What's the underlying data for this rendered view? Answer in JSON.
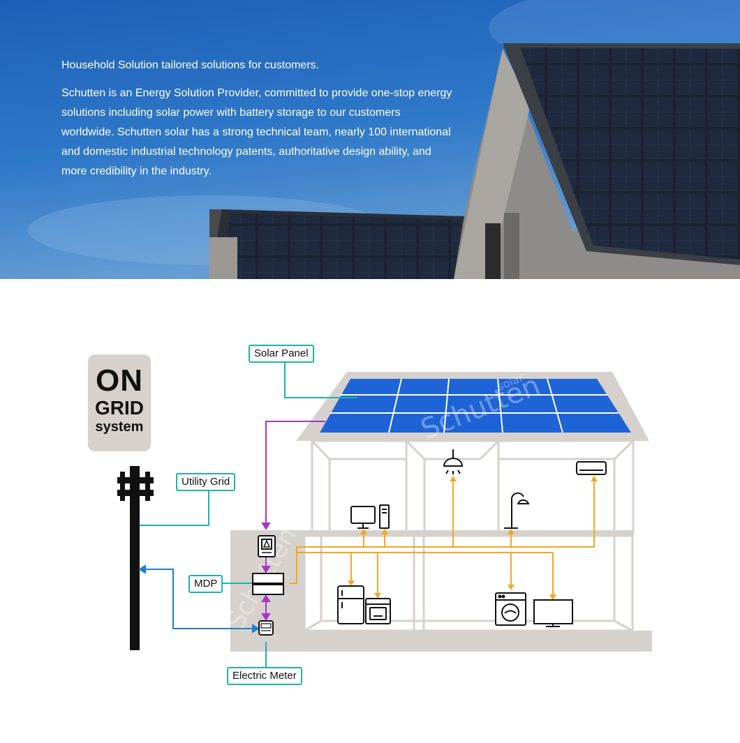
{
  "hero": {
    "title": "Household Solution tailored solutions for customers.",
    "body": "Schutten is an Energy Solution Provider, committed to provide one-stop energy solutions including solar power with battery storage to our customers worldwide. Schutten solar has a strong technical team, nearly 100 international and domestic industrial technology patents, authoritative design ability, and more credibility in the industry."
  },
  "badge": {
    "line1": "ON",
    "line2": "GRID",
    "line3": "system"
  },
  "labels": {
    "solar_panel": "Solar Panel",
    "utility_grid": "Utility Grid",
    "mdp": "MDP",
    "electric_meter": "Electric Meter"
  },
  "watermark": {
    "brand": "Schutten",
    "sub": "solar"
  },
  "colors": {
    "callout_border": "#1fb3a6",
    "solar_flow": "#a634c9",
    "load_flow": "#f5a623",
    "grid_flow": "#1f7fd1",
    "house_fill": "#d6d1cd",
    "panel_blue": "#1f64d6"
  },
  "icons": [
    "solar-panel-icon",
    "inverter-icon",
    "mdp-icon",
    "electric-meter-icon",
    "utility-pole-icon",
    "ceiling-lamp-icon",
    "air-conditioner-icon",
    "computer-icon",
    "floor-lamp-icon",
    "fridge-icon",
    "oven-icon",
    "washing-machine-icon",
    "tv-icon"
  ]
}
